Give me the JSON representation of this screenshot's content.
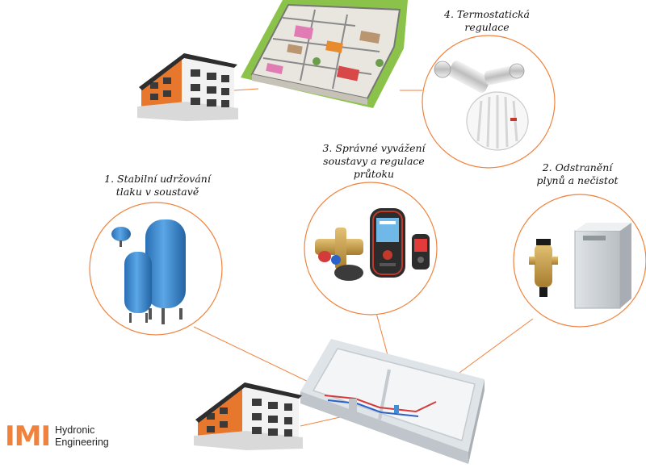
{
  "labels": {
    "thermostatic": [
      "4. Termostatická",
      "regulace"
    ],
    "balancing": [
      "3. Správné vyvážení",
      "soustavy a regulace",
      "průtoku"
    ],
    "pressure": [
      "1. Stabilní udržování",
      "tlaku v soustavě"
    ],
    "degassing": [
      "2. Odstranění",
      "plynů a nečistot"
    ]
  },
  "logo": {
    "mark": "IMI",
    "line1": "Hydronic",
    "line2": "Engineering"
  },
  "colors": {
    "accent": "#f0823c",
    "building_orange": "#e8772e",
    "vessel_blue": "#3f8fd2",
    "brass": "#c9a046",
    "lawn": "#8bc34a"
  }
}
